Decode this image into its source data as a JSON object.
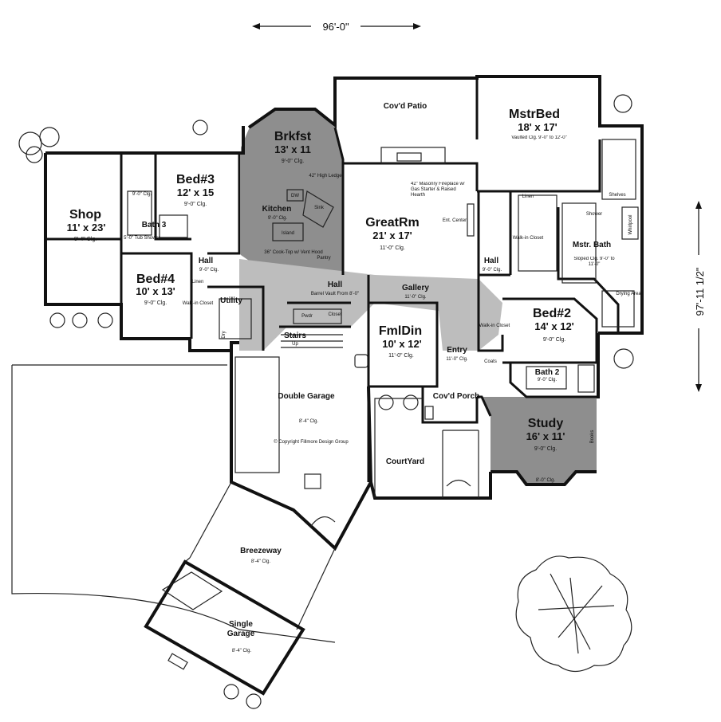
{
  "dimensions": {
    "width": "96'-0\"",
    "depth": "97'-11 1/2\""
  },
  "copyright": "© Copyright Fillmore Design Group",
  "rooms": {
    "shop": {
      "name": "Shop",
      "size": "11' x 23'",
      "ceiling": "8'-4\" Clg."
    },
    "bed3": {
      "name": "Bed#3",
      "size": "12' x 15",
      "ceiling": "9'-0\" Clg."
    },
    "bath3": {
      "name": "Bath 3",
      "note": "5'-0\" Tub Shower",
      "ceiling": "9'-0\" Clg."
    },
    "bed4": {
      "name": "Bed#4",
      "size": "10' x 13'",
      "ceiling": "9'-0\" Clg."
    },
    "brkfst": {
      "name": "Brkfst",
      "size": "13' x 11",
      "ceiling": "9'-0\" Clg."
    },
    "kitchen": {
      "name": "Kitchen",
      "ceiling": "9'-0\" Clg.",
      "notes": [
        "42\" High Ledge",
        "DW",
        "Island",
        "Pantry",
        "36\" Cook-Top w/ Vent Hood",
        "Sink"
      ]
    },
    "covd_patio": {
      "name": "Cov'd Patio"
    },
    "greatrm": {
      "name": "GreatRm",
      "size": "21' x 17'",
      "ceiling": "11'-0\" Clg.",
      "notes": [
        "42\" Masonry Fireplace w/ Gas Starter & Raised Hearth",
        "Ent. Center"
      ]
    },
    "mstrbed": {
      "name": "MstrBed",
      "size": "18' x 17'",
      "ceiling": "Vaulted Clg. 9'-0\" to 12'-0\""
    },
    "mstr_bath": {
      "name": "Mstr. Bath",
      "ceiling": "Sloped Clg. 9'-0\" to 11'-0\"",
      "notes": [
        "Walk-in Closet",
        "Shelves",
        "Linen",
        "Whirlpool",
        "Drying Area",
        "Shower"
      ]
    },
    "hall_w": {
      "name": "Hall",
      "ceiling": "9'-0\" Clg."
    },
    "hall_c": {
      "name": "Hall",
      "note": "Barrel Vault From 8'-0\""
    },
    "hall_e": {
      "name": "Hall",
      "ceiling": "9'-0\" Clg."
    },
    "utility": {
      "name": "Utility",
      "notes": [
        "Linen",
        "Walk-in Closet",
        "Dry"
      ]
    },
    "gallery": {
      "name": "Gallery",
      "ceiling": "11'-0\" Clg."
    },
    "powder": {
      "name": "Pwdr"
    },
    "closet": {
      "name": "Closet"
    },
    "stairs": {
      "name": "Stairs",
      "note": "Up"
    },
    "fmldin": {
      "name": "FmlDin",
      "size": "10' x 12'",
      "ceiling": "11'-0\" Clg."
    },
    "entry": {
      "name": "Entry",
      "ceiling": "11'-0\" Clg.",
      "notes": [
        "Coats"
      ]
    },
    "bed2": {
      "name": "Bed#2",
      "size": "14' x 12'",
      "ceiling": "9'-0\" Clg.",
      "notes": [
        "Walk-in Closet"
      ]
    },
    "bath2": {
      "name": "Bath 2",
      "ceiling": "9'-0\" Clg."
    },
    "study": {
      "name": "Study",
      "size": "16' x 11'",
      "ceiling": "9'-0\" Clg.",
      "bay": "8'-0\" Clg.",
      "notes": [
        "Books"
      ]
    },
    "covd_porch": {
      "name": "Cov'd Porch"
    },
    "courtyard": {
      "name": "CourtYard"
    },
    "double_garage": {
      "name": "Double Garage",
      "ceiling": "8'-4\" Clg."
    },
    "breezeway": {
      "name": "Breezeway",
      "ceiling": "8'-4\" Clg."
    },
    "single_garage": {
      "name": "Single Garage",
      "ceiling": "8'-4\" Clg."
    }
  }
}
